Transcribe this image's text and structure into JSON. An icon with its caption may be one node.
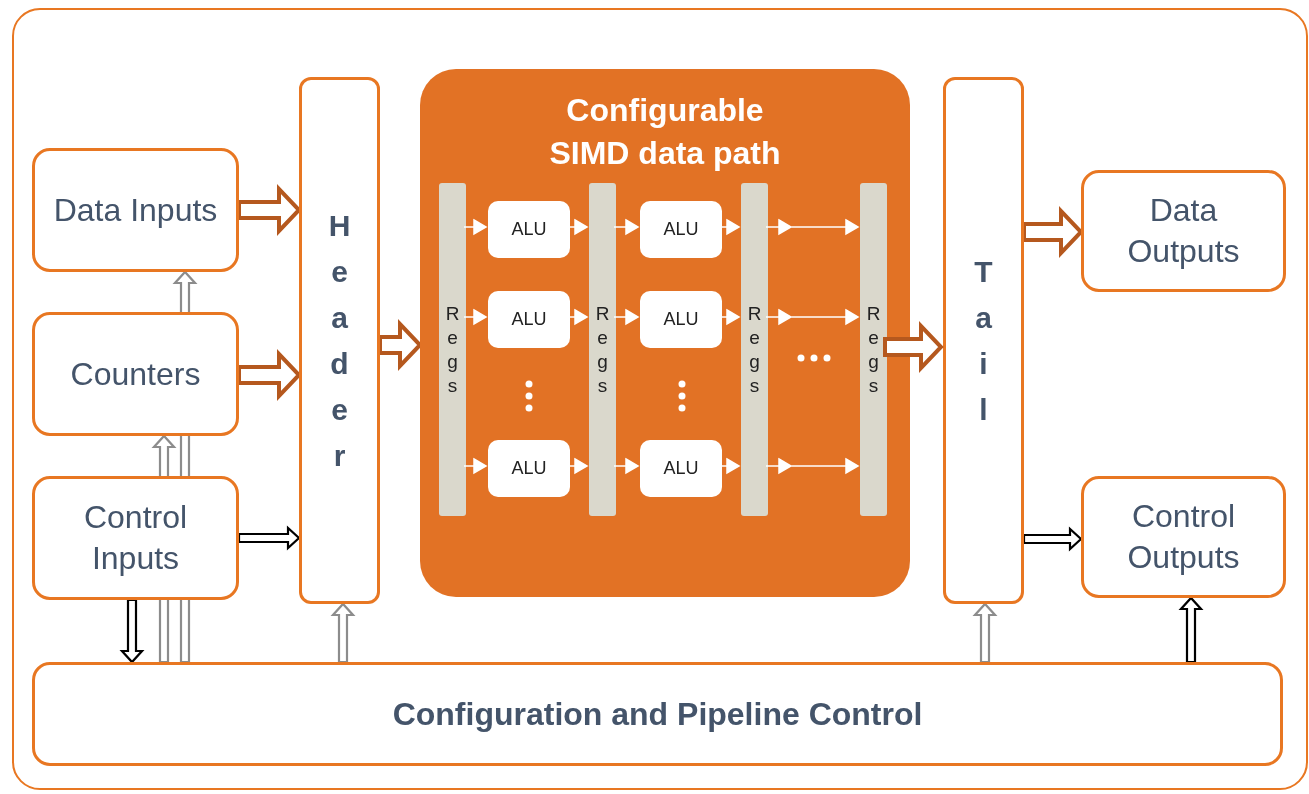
{
  "diagram": {
    "nodes": [
      {
        "text": [],
        "shape": "box"
      },
      {
        "text": [
          "Data Inputs"
        ],
        "in": 0
      },
      {
        "text": [
          "Counters"
        ],
        "in": 0
      },
      {
        "text": [
          "Control Inputs"
        ],
        "in": 0
      },
      {
        "text": [
          "Header"
        ],
        "in": 0
      },
      {
        "text": [
          "Configurable SIMD data path"
        ],
        "in": 0
      },
      {
        "text": [
          "Regs"
        ],
        "in": 5
      },
      {
        "text": [
          "Regs"
        ],
        "in": 5
      },
      {
        "text": [
          "Regs"
        ],
        "in": 5
      },
      {
        "text": [
          "Regs"
        ],
        "in": 5
      },
      {
        "text": [
          "ALU"
        ],
        "in": 5
      },
      {
        "text": [
          "ALU"
        ],
        "in": 5
      },
      {
        "text": [
          "ALU"
        ],
        "in": 5
      },
      {
        "text": [
          "ALU"
        ],
        "in": 5
      },
      {
        "text": [
          "ALU"
        ],
        "in": 5
      },
      {
        "text": [
          "ALU"
        ],
        "in": 5
      },
      {
        "text": [
          "Tail"
        ],
        "in": 0
      },
      {
        "text": [
          "Data Outputs"
        ],
        "in": 0
      },
      {
        "text": [
          "Control Outputs"
        ],
        "in": 0
      },
      {
        "text": [
          "Configuration and Pipeline Control"
        ],
        "in": 0
      }
    ],
    "edges": [
      {
        "from": 1,
        "to": 4,
        "arrow": "to",
        "style": "thick",
        "color": "#b5581e"
      },
      {
        "from": 2,
        "to": 4,
        "arrow": "to",
        "style": "thick",
        "color": "#b5581e"
      },
      {
        "from": 3,
        "to": 4,
        "arrow": "to",
        "color": "#000000"
      },
      {
        "from": 4,
        "to": 5,
        "arrow": "to",
        "style": "thick",
        "color": "#b5581e"
      },
      {
        "from": 9,
        "to": 16,
        "arrow": "to",
        "style": "thick",
        "color": "#b5581e"
      },
      {
        "from": 16,
        "to": 17,
        "arrow": "to",
        "style": "thick",
        "color": "#b5581e"
      },
      {
        "from": 16,
        "to": 18,
        "arrow": "to",
        "color": "#000000"
      },
      {
        "from": 3,
        "to": 19,
        "arrow": "to",
        "color": "#000000"
      },
      {
        "from": 19,
        "to": 18,
        "arrow": "to",
        "color": "#000000"
      },
      {
        "from": 19,
        "to": 4,
        "arrow": "to",
        "color": "#8c8c8c"
      },
      {
        "from": 19,
        "to": 16,
        "arrow": "to",
        "color": "#8c8c8c"
      },
      {
        "from": 19,
        "to": 2,
        "arrow": "to",
        "color": "#8c8c8c"
      },
      {
        "from": 19,
        "to": 1,
        "arrow": "to",
        "color": "#8c8c8c"
      },
      {
        "from": 6,
        "to": 10,
        "arrow": "to"
      },
      {
        "from": 10,
        "to": 7,
        "arrow": "to"
      },
      {
        "from": 7,
        "to": 11,
        "arrow": "to"
      },
      {
        "from": 11,
        "to": 8,
        "arrow": "to"
      },
      {
        "from": 8,
        "to": 9,
        "arrow": "to"
      },
      {
        "from": 6,
        "to": 12,
        "arrow": "to"
      },
      {
        "from": 12,
        "to": 7,
        "arrow": "to"
      },
      {
        "from": 7,
        "to": 13,
        "arrow": "to"
      },
      {
        "from": 13,
        "to": 8,
        "arrow": "to"
      },
      {
        "from": 8,
        "to": 9,
        "arrow": "to"
      },
      {
        "from": 6,
        "to": 14,
        "arrow": "to"
      },
      {
        "from": 14,
        "to": 7,
        "arrow": "to"
      },
      {
        "from": 7,
        "to": 15,
        "arrow": "to"
      },
      {
        "from": 15,
        "to": 8,
        "arrow": "to"
      },
      {
        "from": 8,
        "to": 9,
        "arrow": "to"
      }
    ]
  }
}
